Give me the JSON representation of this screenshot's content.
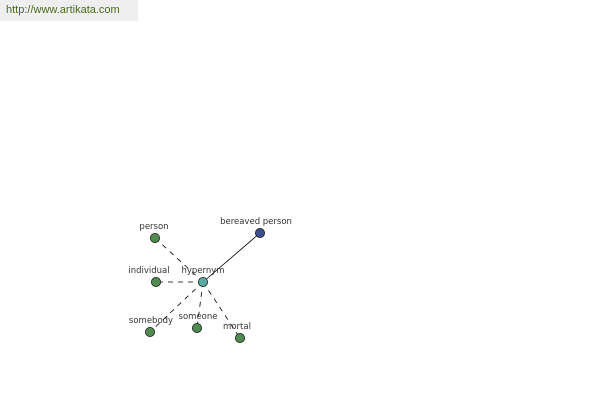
{
  "site": {
    "url": "http://www.artikata.com",
    "url_color": "#4a6b1a"
  },
  "colors": {
    "related_node": "#4f8a4f",
    "center_node": "#5aa9a4",
    "headword_node": "#3b4f8e",
    "node_stroke": "#1a1a1a",
    "edge": "#000000",
    "label": "#333333"
  },
  "graph": {
    "center": {
      "id": "hypernym",
      "label": "hypernym",
      "kind": "center"
    },
    "nodes": [
      {
        "id": "bereaved-person",
        "label": "bereaved person",
        "kind": "headword"
      },
      {
        "id": "person",
        "label": "person",
        "kind": "related"
      },
      {
        "id": "individual",
        "label": "individual",
        "kind": "related"
      },
      {
        "id": "somebody",
        "label": "somebody",
        "kind": "related"
      },
      {
        "id": "someone",
        "label": "someone",
        "kind": "related"
      },
      {
        "id": "mortal",
        "label": "mortal",
        "kind": "related"
      }
    ],
    "edges": [
      {
        "from": "hypernym",
        "to": "bereaved-person",
        "style": "solid"
      },
      {
        "from": "hypernym",
        "to": "person",
        "style": "dashed"
      },
      {
        "from": "hypernym",
        "to": "individual",
        "style": "dashed"
      },
      {
        "from": "hypernym",
        "to": "somebody",
        "style": "dashed"
      },
      {
        "from": "hypernym",
        "to": "someone",
        "style": "dashed"
      },
      {
        "from": "hypernym",
        "to": "mortal",
        "style": "dashed"
      }
    ]
  }
}
